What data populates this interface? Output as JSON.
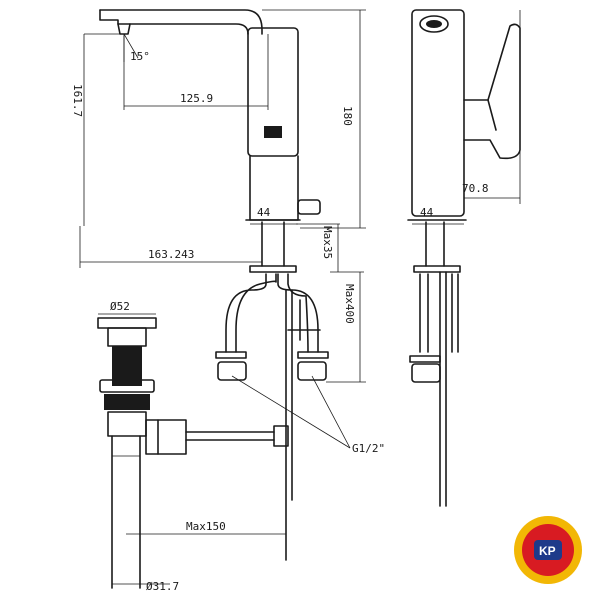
{
  "dimensions": {
    "spout_angle": "15°",
    "height_left": "161.7",
    "reach": "125.9",
    "height_total": "180",
    "base_width_front": "44",
    "overall_width": "163.243",
    "max_35": "Max35",
    "max_400": "Max400",
    "side_depth": "70.8",
    "base_width_side": "44",
    "drain_dia_top": "Ø52",
    "thread": "G1/2\"",
    "max_150": "Max150",
    "drain_dia_bottom": "Ø31.7"
  },
  "logo": {
    "text": "KP",
    "colors": {
      "ring": "#f2b705",
      "inner": "#d81b22",
      "accent": "#1e3a8a"
    }
  },
  "colors": {
    "line": "#1a1a1a",
    "background": "#ffffff"
  }
}
